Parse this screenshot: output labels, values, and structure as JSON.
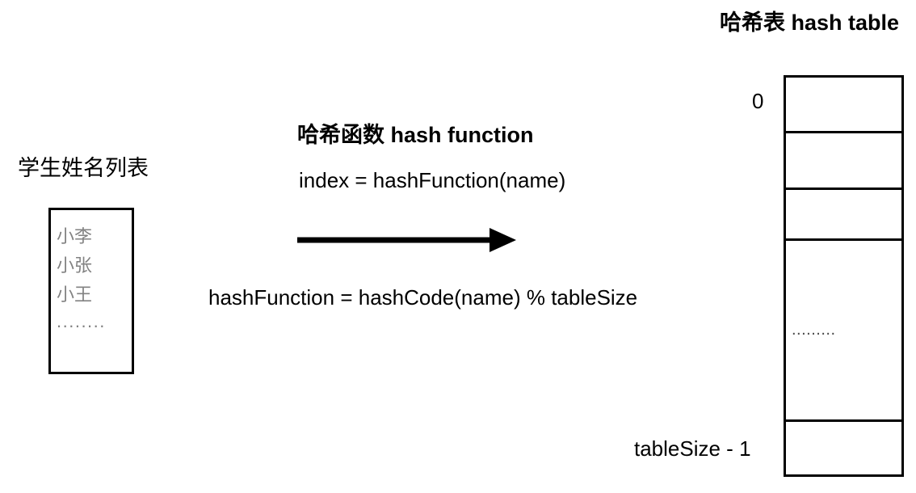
{
  "title": "哈希表 hash table",
  "student_list": {
    "label": "学生姓名列表",
    "names": [
      "小李",
      "小张",
      "小王"
    ],
    "ellipsis": "........"
  },
  "hash_function": {
    "heading": "哈希函数 hash function",
    "index_formula": "index = hashFunction(name)",
    "definition_formula": "hashFunction = hashCode(name) % tableSize"
  },
  "hash_table": {
    "first_index_label": "0",
    "last_index_label": "tableSize - 1",
    "ellipsis": "........."
  },
  "colors": {
    "text": "#000000",
    "muted_text": "#828282",
    "cell_ellipsis": "#4a4a4a",
    "stroke": "#000000",
    "background": "#ffffff"
  }
}
